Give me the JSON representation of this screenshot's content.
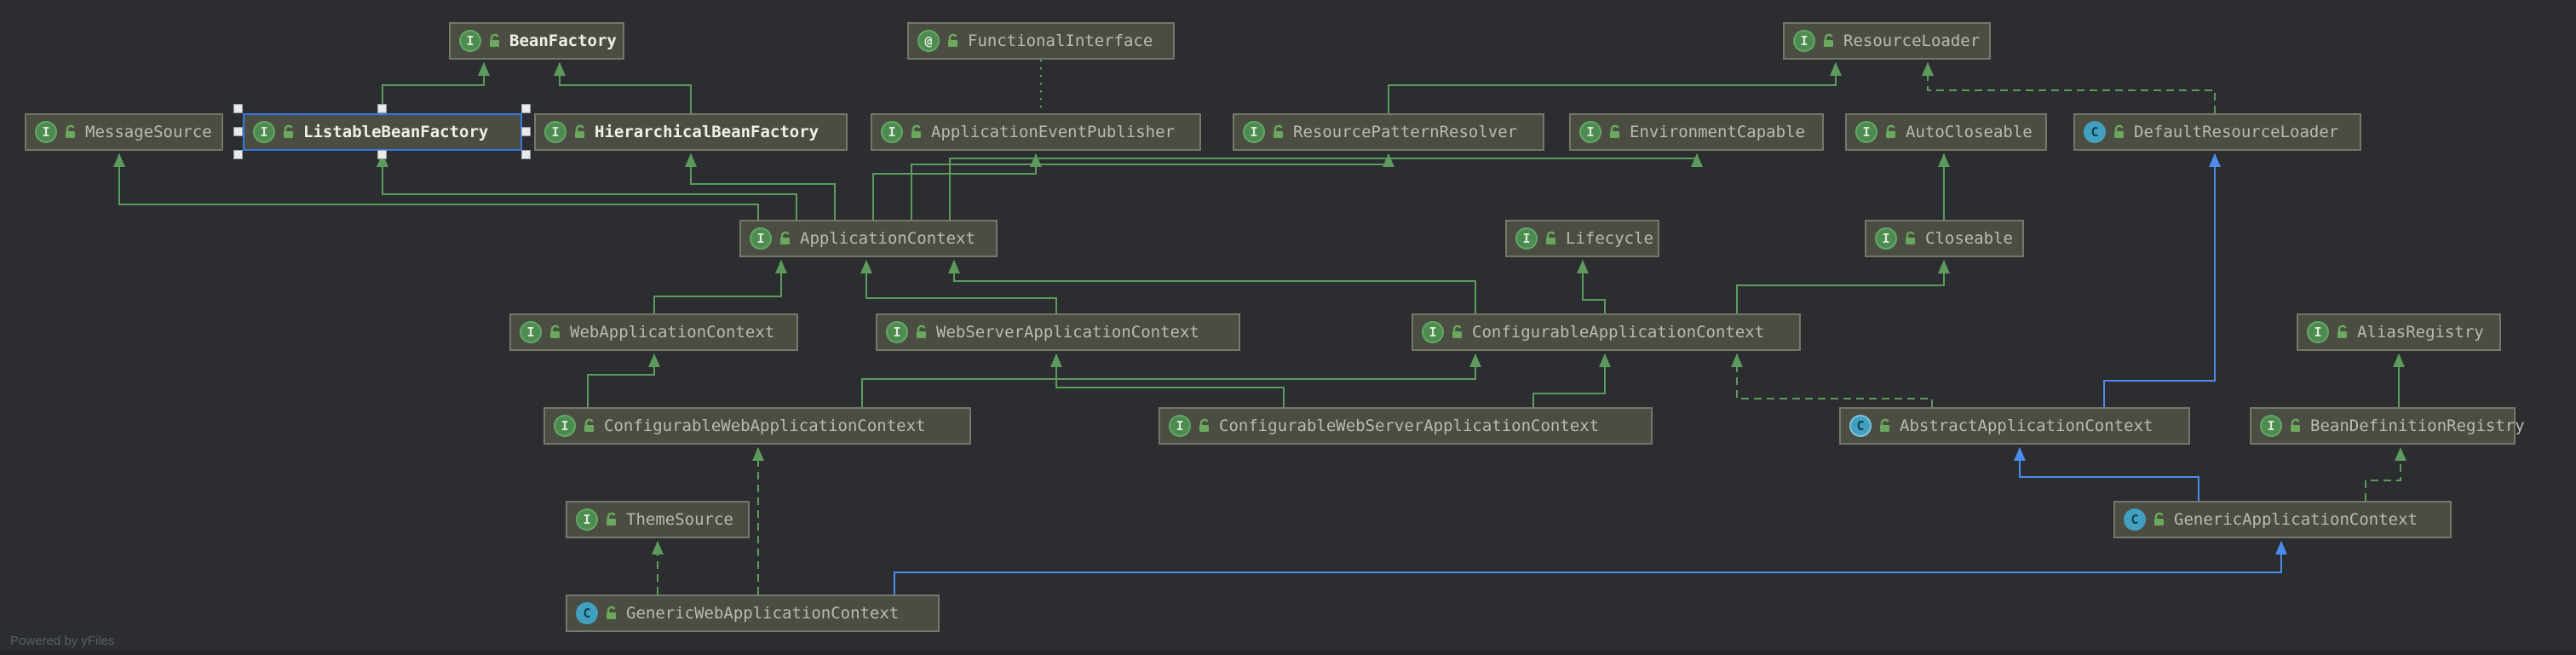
{
  "app": {
    "watermark": "Powered by yFiles"
  },
  "colors": {
    "background": "#2b2d30",
    "node_fill": "#4b4d42",
    "node_border": "#75776a",
    "selection_border": "#3876e0",
    "edge_green": "#5d9b5d",
    "edge_blue": "#4b8ced",
    "text": "#b9bbb1",
    "text_bold": "#eef0ea"
  },
  "icons": {
    "interface_glyph": "I",
    "class_glyph": "C",
    "annotation_glyph": "@",
    "lock_icon": "public-lock"
  },
  "nodes": {
    "bean_factory": {
      "label": "BeanFactory",
      "kind": "interface"
    },
    "functional_interface": {
      "label": "FunctionalInterface",
      "kind": "annotation"
    },
    "resource_loader": {
      "label": "ResourceLoader",
      "kind": "interface"
    },
    "message_source": {
      "label": "MessageSource",
      "kind": "interface"
    },
    "listable_bean_factory": {
      "label": "ListableBeanFactory",
      "kind": "interface",
      "selected": true
    },
    "hierarchical_bean_factory": {
      "label": "HierarchicalBeanFactory",
      "kind": "interface"
    },
    "application_event_publisher": {
      "label": "ApplicationEventPublisher",
      "kind": "interface"
    },
    "resource_pattern_resolver": {
      "label": "ResourcePatternResolver",
      "kind": "interface"
    },
    "environment_capable": {
      "label": "EnvironmentCapable",
      "kind": "interface"
    },
    "auto_closeable": {
      "label": "AutoCloseable",
      "kind": "interface"
    },
    "default_resource_loader": {
      "label": "DefaultResourceLoader",
      "kind": "class"
    },
    "application_context": {
      "label": "ApplicationContext",
      "kind": "interface"
    },
    "lifecycle": {
      "label": "Lifecycle",
      "kind": "interface"
    },
    "closeable": {
      "label": "Closeable",
      "kind": "interface"
    },
    "web_application_context": {
      "label": "WebApplicationContext",
      "kind": "interface"
    },
    "web_server_application_context": {
      "label": "WebServerApplicationContext",
      "kind": "interface"
    },
    "configurable_application_context": {
      "label": "ConfigurableApplicationContext",
      "kind": "interface"
    },
    "alias_registry": {
      "label": "AliasRegistry",
      "kind": "interface"
    },
    "configurable_web_application_context": {
      "label": "ConfigurableWebApplicationContext",
      "kind": "interface"
    },
    "configurable_web_server_application_context": {
      "label": "ConfigurableWebServerApplicationContext",
      "kind": "interface"
    },
    "abstract_application_context": {
      "label": "AbstractApplicationContext",
      "kind": "abstract-class"
    },
    "bean_definition_registry": {
      "label": "BeanDefinitionRegistry",
      "kind": "interface"
    },
    "theme_source": {
      "label": "ThemeSource",
      "kind": "interface"
    },
    "generic_application_context": {
      "label": "GenericApplicationContext",
      "kind": "class"
    },
    "generic_web_application_context": {
      "label": "GenericWebApplicationContext",
      "kind": "class"
    }
  },
  "edges": [
    {
      "from": "ListableBeanFactory",
      "to": "BeanFactory",
      "type": "extends"
    },
    {
      "from": "HierarchicalBeanFactory",
      "to": "BeanFactory",
      "type": "extends"
    },
    {
      "from": "ApplicationContext",
      "to": "MessageSource",
      "type": "extends"
    },
    {
      "from": "ApplicationContext",
      "to": "ListableBeanFactory",
      "type": "extends"
    },
    {
      "from": "ApplicationContext",
      "to": "HierarchicalBeanFactory",
      "type": "extends"
    },
    {
      "from": "ApplicationContext",
      "to": "ApplicationEventPublisher",
      "type": "extends"
    },
    {
      "from": "ApplicationContext",
      "to": "ResourcePatternResolver",
      "type": "extends"
    },
    {
      "from": "ApplicationContext",
      "to": "EnvironmentCapable",
      "type": "extends"
    },
    {
      "from": "ResourcePatternResolver",
      "to": "ResourceLoader",
      "type": "extends"
    },
    {
      "from": "FunctionalInterface",
      "to": "ApplicationEventPublisher",
      "type": "annotation"
    },
    {
      "from": "Closeable",
      "to": "AutoCloseable",
      "type": "extends"
    },
    {
      "from": "DefaultResourceLoader",
      "to": "ResourceLoader",
      "type": "implements"
    },
    {
      "from": "WebApplicationContext",
      "to": "ApplicationContext",
      "type": "extends"
    },
    {
      "from": "WebServerApplicationContext",
      "to": "ApplicationContext",
      "type": "extends"
    },
    {
      "from": "ConfigurableApplicationContext",
      "to": "ApplicationContext",
      "type": "extends"
    },
    {
      "from": "ConfigurableApplicationContext",
      "to": "Lifecycle",
      "type": "extends"
    },
    {
      "from": "ConfigurableApplicationContext",
      "to": "Closeable",
      "type": "extends"
    },
    {
      "from": "ConfigurableWebApplicationContext",
      "to": "WebApplicationContext",
      "type": "extends"
    },
    {
      "from": "ConfigurableWebApplicationContext",
      "to": "ConfigurableApplicationContext",
      "type": "extends"
    },
    {
      "from": "ConfigurableWebServerApplicationContext",
      "to": "WebServerApplicationContext",
      "type": "extends"
    },
    {
      "from": "ConfigurableWebServerApplicationContext",
      "to": "ConfigurableApplicationContext",
      "type": "extends"
    },
    {
      "from": "AbstractApplicationContext",
      "to": "ConfigurableApplicationContext",
      "type": "implements"
    },
    {
      "from": "AbstractApplicationContext",
      "to": "DefaultResourceLoader",
      "type": "extends-class"
    },
    {
      "from": "BeanDefinitionRegistry",
      "to": "AliasRegistry",
      "type": "extends"
    },
    {
      "from": "GenericApplicationContext",
      "to": "AbstractApplicationContext",
      "type": "extends-class"
    },
    {
      "from": "GenericApplicationContext",
      "to": "BeanDefinitionRegistry",
      "type": "implements"
    },
    {
      "from": "GenericWebApplicationContext",
      "to": "GenericApplicationContext",
      "type": "extends-class"
    },
    {
      "from": "GenericWebApplicationContext",
      "to": "ThemeSource",
      "type": "implements"
    },
    {
      "from": "GenericWebApplicationContext",
      "to": "ConfigurableWebApplicationContext",
      "type": "implements"
    }
  ]
}
